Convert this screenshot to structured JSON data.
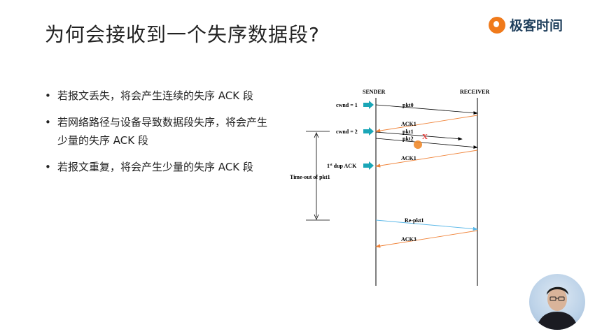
{
  "slide": {
    "title": "为何会接收到一个失序数据段?",
    "logo_text": "极客时间",
    "bullets": [
      "若报文丢失，将会产生连续的失序 ACK 段",
      "若网络路径与设备导致数据段失序，将会产生少量的失序 ACK 段",
      "若报文重复，将会产生少量的失序 ACK 段"
    ]
  },
  "diagram": {
    "sender_label": "SENDER",
    "receiver_label": "RECEIVER",
    "cwnd1": "cwnd = 1",
    "cwnd2": "cwnd = 2",
    "dup_ack_prefix": "1",
    "dup_ack_sup": "st",
    "dup_ack_suffix": " dup ACK",
    "timeout_label": "Time-out of pkt1",
    "pkt0": "pkt0",
    "ack1_a": "ACK1",
    "pkt1": "pkt1",
    "pkt2": "pkt2",
    "ack1_b": "ACK1",
    "repkt1": "Re-pkt1",
    "ack3": "ACK3",
    "loss_mark": "X",
    "colors": {
      "data": "#000000",
      "ack": "#f0843a",
      "retransmit": "#5bb8e8",
      "pointer": "#1aa6b7",
      "loss": "#e53935"
    }
  }
}
